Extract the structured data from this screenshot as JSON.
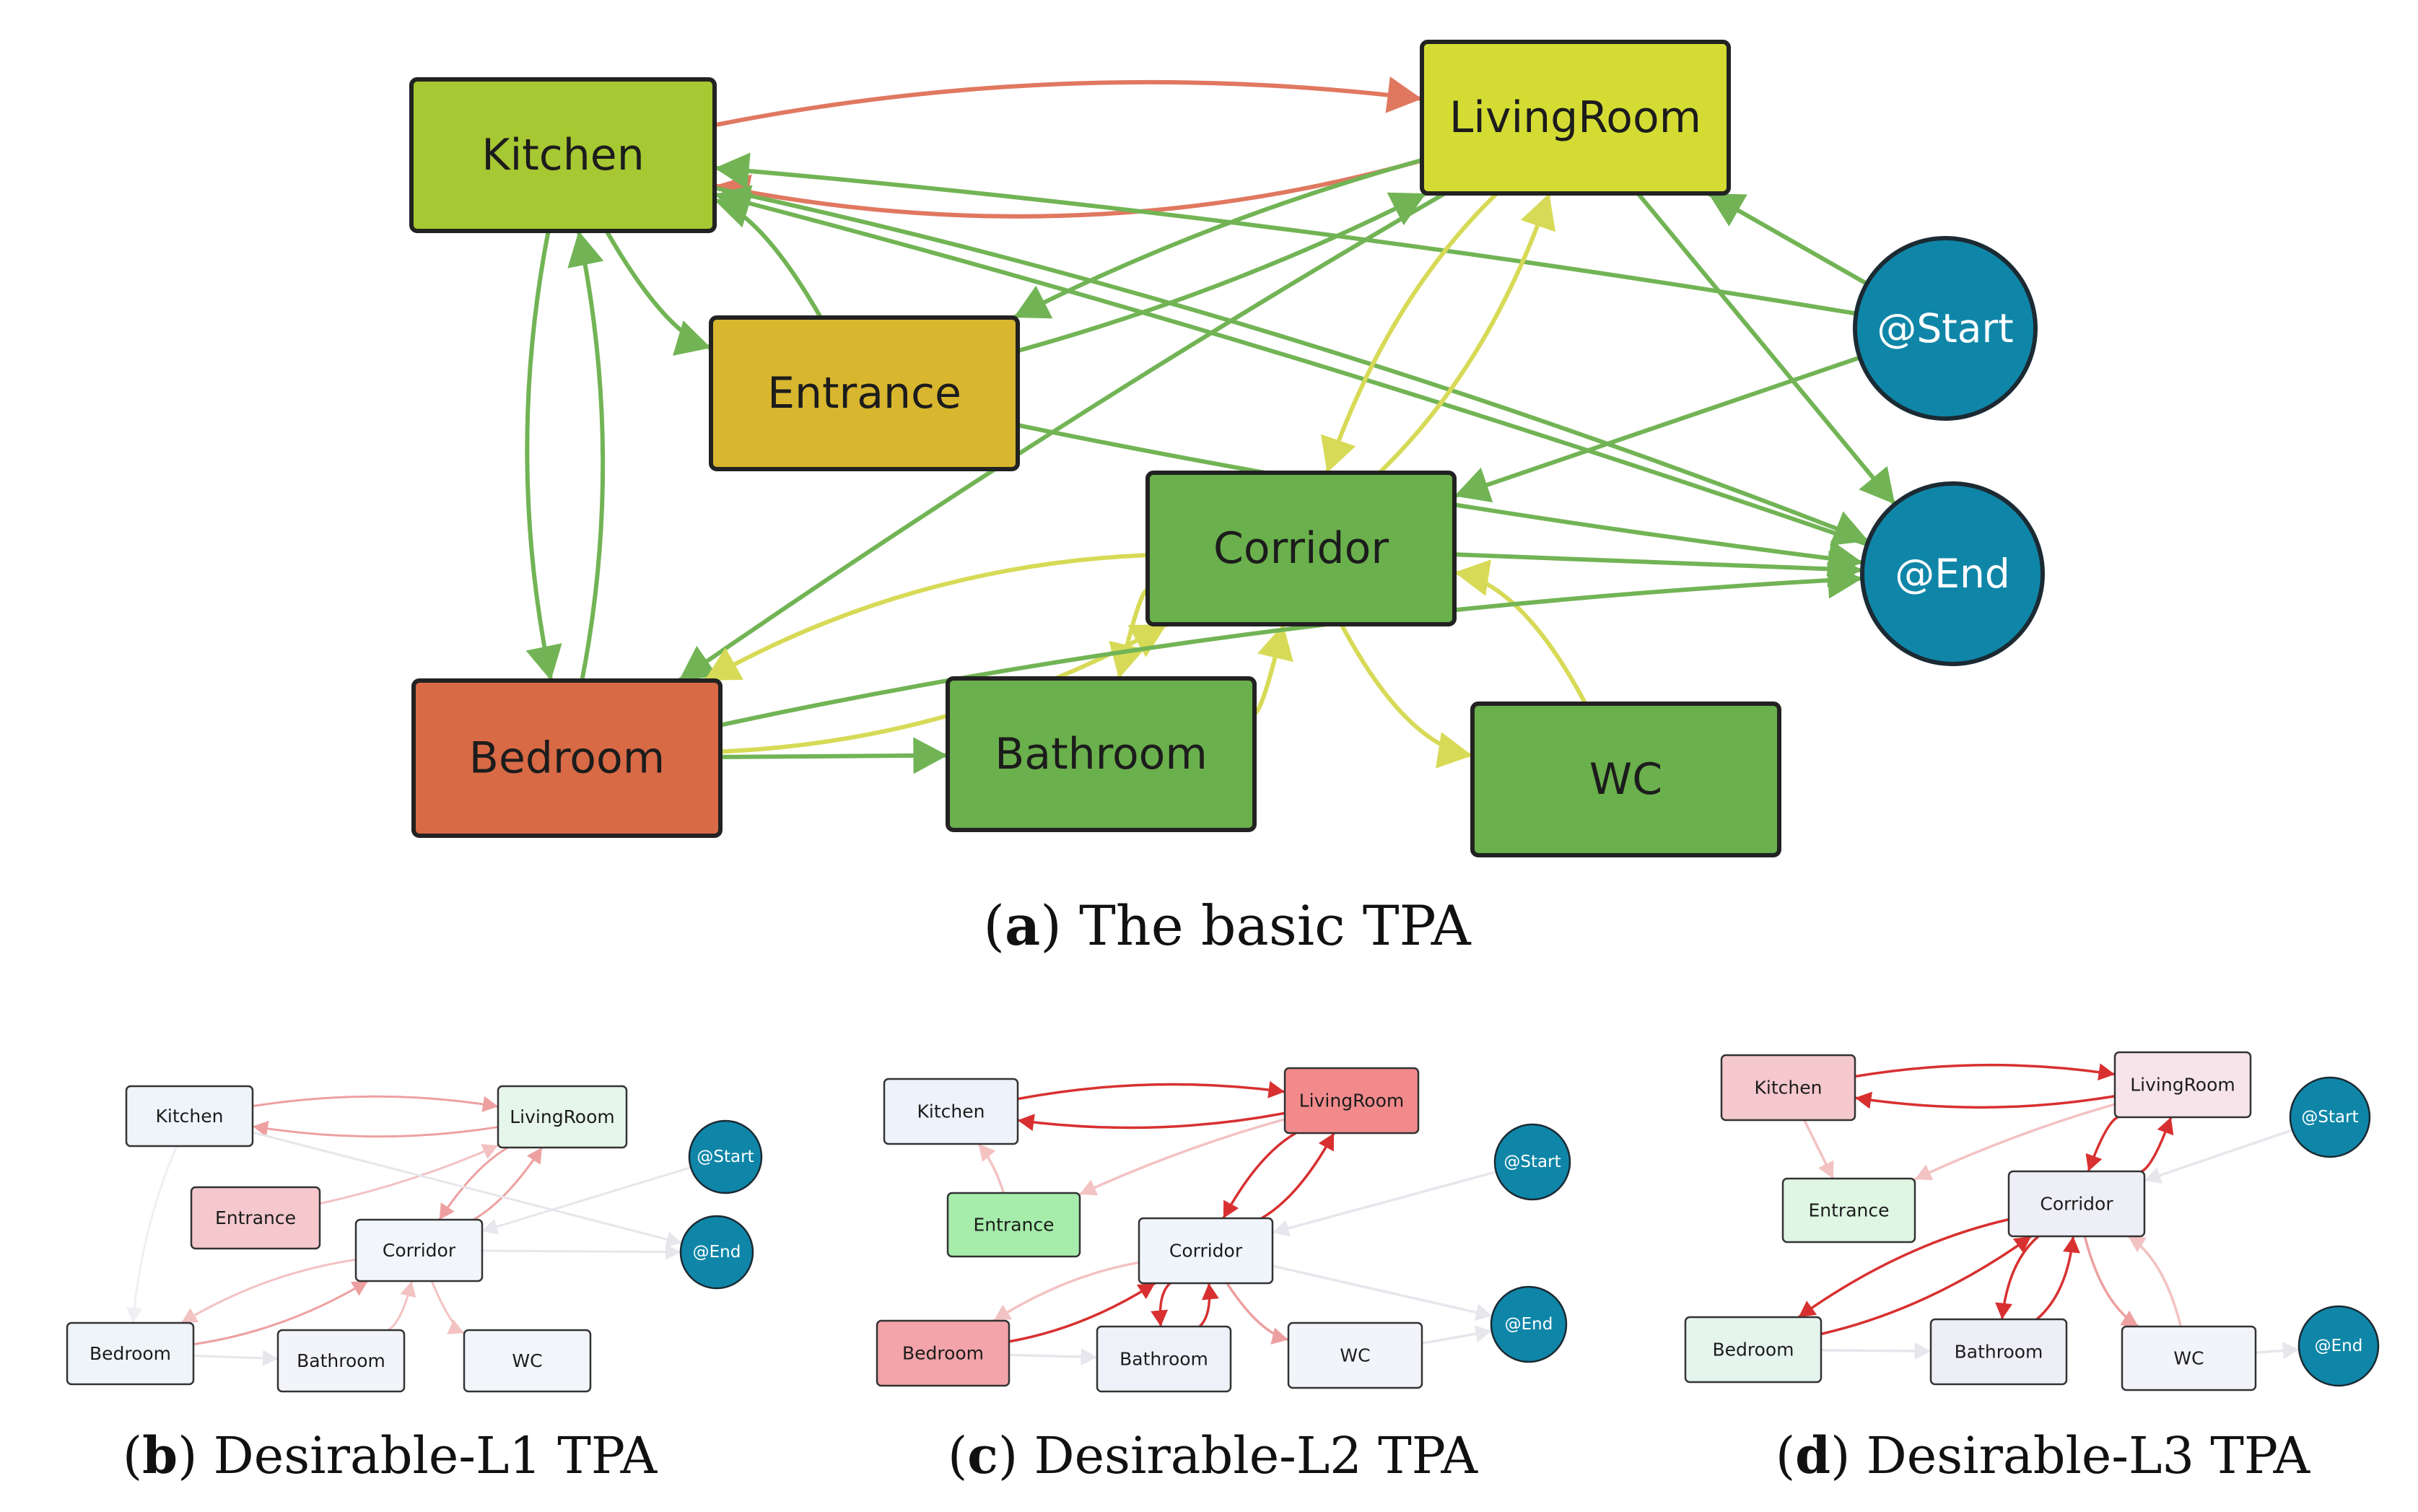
{
  "captions": {
    "a": {
      "letter": "a",
      "text": "The basic TPA"
    },
    "b": {
      "letter": "b",
      "text": "Desirable-L1 TPA"
    },
    "c": {
      "letter": "c",
      "text": "Desirable-L2 TPA"
    },
    "d": {
      "letter": "d",
      "text": "Desirable-L3 TPA"
    }
  },
  "colors": {
    "green_dark": "#6ab04c",
    "green_mid": "#8cc04a",
    "kitchen_green": "#a6c832",
    "yellow_green": "#d4dc34",
    "mustard": "#d8b62e",
    "bedroom_red": "#d86a46",
    "teal": "#0f86a8",
    "edge_green": "#72b455",
    "edge_yellow": "#d7da56",
    "edge_red": "#e07860",
    "strong_red": "#d83030",
    "light_red": "#eea0a0",
    "faint": "#e6e6ec"
  },
  "panels": {
    "a": {
      "nodes": [
        {
          "id": "kitchen",
          "label": "Kitchen",
          "fill": "#a6c832",
          "shape": "rect"
        },
        {
          "id": "livingroom",
          "label": "LivingRoom",
          "fill": "#d4dc34",
          "shape": "rect"
        },
        {
          "id": "entrance",
          "label": "Entrance",
          "fill": "#d8b62e",
          "shape": "rect"
        },
        {
          "id": "corridor",
          "label": "Corridor",
          "fill": "#6ab04c",
          "shape": "rect"
        },
        {
          "id": "bedroom",
          "label": "Bedroom",
          "fill": "#d86a46",
          "shape": "rect"
        },
        {
          "id": "bathroom",
          "label": "Bathroom",
          "fill": "#6ab04c",
          "shape": "rect"
        },
        {
          "id": "wc",
          "label": "WC",
          "fill": "#6ab04c",
          "shape": "rect"
        },
        {
          "id": "start",
          "label": "@Start",
          "fill": "#0f86a8",
          "shape": "circle"
        },
        {
          "id": "end",
          "label": "@End",
          "fill": "#0f86a8",
          "shape": "circle"
        }
      ],
      "edges": [
        {
          "from": "livingroom",
          "to": "kitchen",
          "color": "#e07860",
          "curve": -0.12
        },
        {
          "from": "kitchen",
          "to": "livingroom",
          "color": "#e07860",
          "curve": -0.08
        },
        {
          "from": "start",
          "to": "kitchen",
          "color": "#72b455",
          "curve": 0.02
        },
        {
          "from": "end",
          "to": "kitchen",
          "color": "#72b455",
          "curve": 0.02
        },
        {
          "from": "kitchen",
          "to": "end",
          "color": "#72b455",
          "curve": -0.04
        },
        {
          "from": "kitchen",
          "to": "entrance",
          "color": "#72b455",
          "curve": 0.2
        },
        {
          "from": "entrance",
          "to": "kitchen",
          "color": "#72b455",
          "curve": 0.2
        },
        {
          "from": "kitchen",
          "to": "bedroom",
          "color": "#72b455",
          "curve": 0.1
        },
        {
          "from": "bedroom",
          "to": "kitchen",
          "color": "#72b455",
          "curve": 0.1
        },
        {
          "from": "entrance",
          "to": "livingroom",
          "color": "#72b455",
          "curve": 0.05
        },
        {
          "from": "livingroom",
          "to": "entrance",
          "color": "#72b455",
          "curve": 0.05
        },
        {
          "from": "entrance",
          "to": "end",
          "color": "#72b455",
          "curve": 0.02
        },
        {
          "from": "livingroom",
          "to": "end",
          "color": "#72b455",
          "curve": 0.0
        },
        {
          "from": "start",
          "to": "livingroom",
          "color": "#72b455",
          "curve": 0.0
        },
        {
          "from": "livingroom",
          "to": "corridor",
          "color": "#d7da56",
          "curve": 0.12
        },
        {
          "from": "corridor",
          "to": "livingroom",
          "color": "#d7da56",
          "curve": 0.12
        },
        {
          "from": "livingroom",
          "to": "bedroom",
          "color": "#72b455",
          "curve": 0.02
        },
        {
          "from": "start",
          "to": "corridor",
          "color": "#72b455",
          "curve": 0.0
        },
        {
          "from": "corridor",
          "to": "end",
          "color": "#72b455",
          "curve": 0.0
        },
        {
          "from": "corridor",
          "to": "bedroom",
          "color": "#d7da56",
          "curve": 0.12
        },
        {
          "from": "bedroom",
          "to": "corridor",
          "color": "#d7da56",
          "curve": 0.12
        },
        {
          "from": "bedroom",
          "to": "bathroom",
          "color": "#72b455",
          "curve": 0.0
        },
        {
          "from": "bathroom",
          "to": "corridor",
          "color": "#d7da56",
          "curve": 0.3
        },
        {
          "from": "corridor",
          "to": "bathroom",
          "color": "#d7da56",
          "curve": 0.3
        },
        {
          "from": "corridor",
          "to": "wc",
          "color": "#d7da56",
          "curve": 0.25
        },
        {
          "from": "wc",
          "to": "corridor",
          "color": "#d7da56",
          "curve": 0.25
        },
        {
          "from": "bedroom",
          "to": "end",
          "color": "#72b455",
          "curve": -0.04
        }
      ]
    },
    "b": {
      "nodes": [
        {
          "id": "kitchen",
          "label": "Kitchen",
          "fill": "#eef4fa",
          "shape": "rect"
        },
        {
          "id": "livingroom",
          "label": "LivingRoom",
          "fill": "#e6f6ea",
          "shape": "rect"
        },
        {
          "id": "entrance",
          "label": "Entrance",
          "fill": "#f4c8cc",
          "shape": "rect"
        },
        {
          "id": "corridor",
          "label": "Corridor",
          "fill": "#f2f6fb",
          "shape": "rect"
        },
        {
          "id": "bedroom",
          "label": "Bedroom",
          "fill": "#eef4f8",
          "shape": "rect"
        },
        {
          "id": "bathroom",
          "label": "Bathroom",
          "fill": "#f2f4fa",
          "shape": "rect"
        },
        {
          "id": "wc",
          "label": "WC",
          "fill": "#f2f6fb",
          "shape": "rect"
        },
        {
          "id": "start",
          "label": "@Start",
          "fill": "#0f86a8",
          "shape": "circle"
        },
        {
          "id": "end",
          "label": "@End",
          "fill": "#0f86a8",
          "shape": "circle"
        }
      ],
      "edges": [
        {
          "from": "kitchen",
          "to": "livingroom",
          "color": "#eea0a0",
          "curve": -0.08
        },
        {
          "from": "livingroom",
          "to": "kitchen",
          "color": "#eea0a0",
          "curve": -0.08
        },
        {
          "from": "entrance",
          "to": "livingroom",
          "color": "#f3c2c2",
          "curve": 0.05
        },
        {
          "from": "corridor",
          "to": "livingroom",
          "color": "#eea0a0",
          "curve": 0.12
        },
        {
          "from": "livingroom",
          "to": "corridor",
          "color": "#eea0a0",
          "curve": 0.12
        },
        {
          "from": "bedroom",
          "to": "corridor",
          "color": "#eea0a0",
          "curve": 0.1
        },
        {
          "from": "corridor",
          "to": "bedroom",
          "color": "#f3c2c2",
          "curve": 0.1
        },
        {
          "from": "bathroom",
          "to": "corridor",
          "color": "#f3c2c2",
          "curve": 0.2
        },
        {
          "from": "corridor",
          "to": "wc",
          "color": "#f3c2c2",
          "curve": 0.2
        },
        {
          "from": "kitchen",
          "to": "end",
          "color": "#e6e6ec",
          "curve": 0.0
        },
        {
          "from": "start",
          "to": "corridor",
          "color": "#e6e6ec",
          "curve": 0.0
        },
        {
          "from": "corridor",
          "to": "end",
          "color": "#e6e6ec",
          "curve": 0.0
        },
        {
          "from": "bedroom",
          "to": "bathroom",
          "color": "#e6e6ec",
          "curve": 0.0
        },
        {
          "from": "kitchen",
          "to": "bedroom",
          "color": "#eef0f4",
          "curve": 0.08
        }
      ]
    },
    "c": {
      "nodes": [
        {
          "id": "kitchen",
          "label": "Kitchen",
          "fill": "#eef2fb",
          "shape": "rect"
        },
        {
          "id": "livingroom",
          "label": "LivingRoom",
          "fill": "#f28a8c",
          "shape": "rect"
        },
        {
          "id": "entrance",
          "label": "Entrance",
          "fill": "#a6ecaa",
          "shape": "rect"
        },
        {
          "id": "corridor",
          "label": "Corridor",
          "fill": "#f0f4fb",
          "shape": "rect"
        },
        {
          "id": "bedroom",
          "label": "Bedroom",
          "fill": "#f2a4aa",
          "shape": "rect"
        },
        {
          "id": "bathroom",
          "label": "Bathroom",
          "fill": "#eef2f8",
          "shape": "rect"
        },
        {
          "id": "wc",
          "label": "WC",
          "fill": "#f2f4fa",
          "shape": "rect"
        },
        {
          "id": "start",
          "label": "@Start",
          "fill": "#0f86a8",
          "shape": "circle"
        },
        {
          "id": "end",
          "label": "@End",
          "fill": "#0f86a8",
          "shape": "circle"
        }
      ],
      "edges": [
        {
          "from": "kitchen",
          "to": "livingroom",
          "color": "#d83030",
          "curve": -0.08
        },
        {
          "from": "livingroom",
          "to": "kitchen",
          "color": "#d83030",
          "curve": -0.08
        },
        {
          "from": "corridor",
          "to": "livingroom",
          "color": "#d83030",
          "curve": 0.14
        },
        {
          "from": "livingroom",
          "to": "corridor",
          "color": "#d83030",
          "curve": 0.14
        },
        {
          "from": "bedroom",
          "to": "corridor",
          "color": "#d83030",
          "curve": 0.1
        },
        {
          "from": "corridor",
          "to": "bedroom",
          "color": "#f3c2c2",
          "curve": 0.1
        },
        {
          "from": "bathroom",
          "to": "corridor",
          "color": "#d83030",
          "curve": 0.25
        },
        {
          "from": "corridor",
          "to": "bathroom",
          "color": "#d83030",
          "curve": 0.25
        },
        {
          "from": "corridor",
          "to": "wc",
          "color": "#eea0a0",
          "curve": 0.2
        },
        {
          "from": "livingroom",
          "to": "entrance",
          "color": "#f3c2c2",
          "curve": 0.04
        },
        {
          "from": "entrance",
          "to": "kitchen",
          "color": "#f3c2c2",
          "curve": 0.1
        },
        {
          "from": "start",
          "to": "corridor",
          "color": "#e6e6ec",
          "curve": 0.0
        },
        {
          "from": "corridor",
          "to": "end",
          "color": "#e6e6ec",
          "curve": 0.0
        },
        {
          "from": "bedroom",
          "to": "bathroom",
          "color": "#e6e6ec",
          "curve": 0.0
        },
        {
          "from": "wc",
          "to": "end",
          "color": "#e6e6ec",
          "curve": 0.0
        }
      ]
    },
    "d": {
      "nodes": [
        {
          "id": "kitchen",
          "label": "Kitchen",
          "fill": "#f4c8cc",
          "shape": "rect"
        },
        {
          "id": "livingroom",
          "label": "LivingRoom",
          "fill": "#f6e4ea",
          "shape": "rect"
        },
        {
          "id": "entrance",
          "label": "Entrance",
          "fill": "#def6e2",
          "shape": "rect"
        },
        {
          "id": "corridor",
          "label": "Corridor",
          "fill": "#eeeef6",
          "shape": "rect"
        },
        {
          "id": "bedroom",
          "label": "Bedroom",
          "fill": "#e6f4ee",
          "shape": "rect"
        },
        {
          "id": "bathroom",
          "label": "Bathroom",
          "fill": "#eeeef6",
          "shape": "rect"
        },
        {
          "id": "wc",
          "label": "WC",
          "fill": "#f2f4fa",
          "shape": "rect"
        },
        {
          "id": "start",
          "label": "@Start",
          "fill": "#0f86a8",
          "shape": "circle"
        },
        {
          "id": "end",
          "label": "@End",
          "fill": "#0f86a8",
          "shape": "circle"
        }
      ],
      "edges": [
        {
          "from": "kitchen",
          "to": "livingroom",
          "color": "#d83030",
          "curve": -0.08
        },
        {
          "from": "livingroom",
          "to": "kitchen",
          "color": "#d83030",
          "curve": -0.08
        },
        {
          "from": "corridor",
          "to": "livingroom",
          "color": "#d83030",
          "curve": 0.2
        },
        {
          "from": "livingroom",
          "to": "corridor",
          "color": "#d83030",
          "curve": 0.2
        },
        {
          "from": "bedroom",
          "to": "corridor",
          "color": "#d83030",
          "curve": 0.1
        },
        {
          "from": "corridor",
          "to": "bedroom",
          "color": "#d83030",
          "curve": 0.1
        },
        {
          "from": "bathroom",
          "to": "corridor",
          "color": "#d83030",
          "curve": 0.2
        },
        {
          "from": "corridor",
          "to": "bathroom",
          "color": "#d83030",
          "curve": 0.2
        },
        {
          "from": "corridor",
          "to": "wc",
          "color": "#eea0a0",
          "curve": 0.2
        },
        {
          "from": "wc",
          "to": "corridor",
          "color": "#f3c2c2",
          "curve": 0.2
        },
        {
          "from": "livingroom",
          "to": "entrance",
          "color": "#f3c2c2",
          "curve": 0.04
        },
        {
          "from": "kitchen",
          "to": "entrance",
          "color": "#f3c2c2",
          "curve": 0.0
        },
        {
          "from": "start",
          "to": "corridor",
          "color": "#e6e6ec",
          "curve": 0.0
        },
        {
          "from": "bedroom",
          "to": "bathroom",
          "color": "#e6e6ec",
          "curve": 0.0
        },
        {
          "from": "wc",
          "to": "end",
          "color": "#e6e6ec",
          "curve": 0.0
        }
      ]
    }
  }
}
